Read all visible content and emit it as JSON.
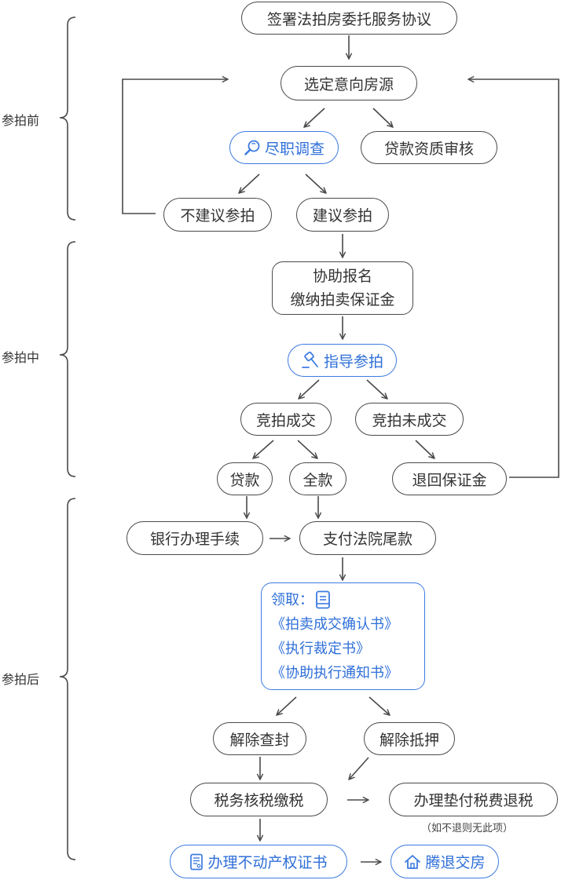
{
  "phases": {
    "before": "参拍前",
    "during": "参拍中",
    "after": "参拍后"
  },
  "nodes": {
    "sign": "签署法拍房委托服务协议",
    "select": "选定意向房源",
    "due_diligence": "尽职调查",
    "loan_review": "贷款资质审核",
    "not_recommend": "不建议参拍",
    "recommend": "建议参拍",
    "register_line1": "协助报名",
    "register_line2": "缴纳拍卖保证金",
    "guide": "指导参拍",
    "deal": "竞拍成交",
    "no_deal": "竞拍未成交",
    "loan": "贷款",
    "full": "全款",
    "refund_deposit": "退回保证金",
    "bank": "银行办理手续",
    "pay_balance": "支付法院尾款",
    "collect_title": "领取：",
    "collect_doc1": "《拍卖成交确认书》",
    "collect_doc2": "《执行裁定书》",
    "collect_doc3": "《协助执行通知书》",
    "unseal": "解除查封",
    "unmortgage": "解除抵押",
    "tax": "税务核税缴税",
    "advance_tax": "办理垫付税费退税",
    "advance_note": "（如不退则无此项）",
    "property_cert": "办理不动产权证书",
    "move_out": "腾退交房"
  },
  "icons": {
    "due_diligence": "magnifier-icon",
    "guide": "gavel-icon",
    "collect": "document-icon",
    "property_cert": "certificate-icon",
    "move_out": "house-icon"
  },
  "colors": {
    "line": "#4a4a4a",
    "accent": "#3d7be0"
  }
}
